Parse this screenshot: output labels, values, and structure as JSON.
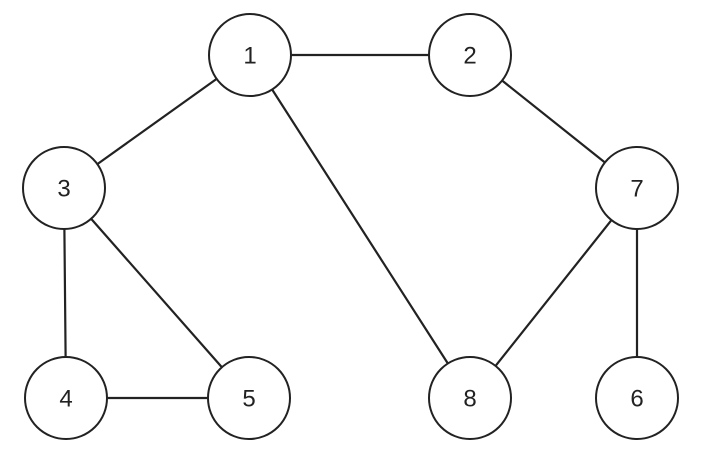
{
  "nodes": [
    {
      "id": "1",
      "label": "1"
    },
    {
      "id": "2",
      "label": "2"
    },
    {
      "id": "3",
      "label": "3"
    },
    {
      "id": "7",
      "label": "7"
    },
    {
      "id": "4",
      "label": "4"
    },
    {
      "id": "5",
      "label": "5"
    },
    {
      "id": "8",
      "label": "8"
    },
    {
      "id": "6",
      "label": "6"
    }
  ],
  "edges": [
    [
      "1",
      "2"
    ],
    [
      "1",
      "3"
    ],
    [
      "1",
      "8"
    ],
    [
      "2",
      "7"
    ],
    [
      "7",
      "8"
    ],
    [
      "7",
      "6"
    ],
    [
      "3",
      "4"
    ],
    [
      "3",
      "5"
    ],
    [
      "4",
      "5"
    ]
  ],
  "colors": {
    "stroke": "#222222",
    "fill": "#ffffff",
    "text": "#222222"
  }
}
